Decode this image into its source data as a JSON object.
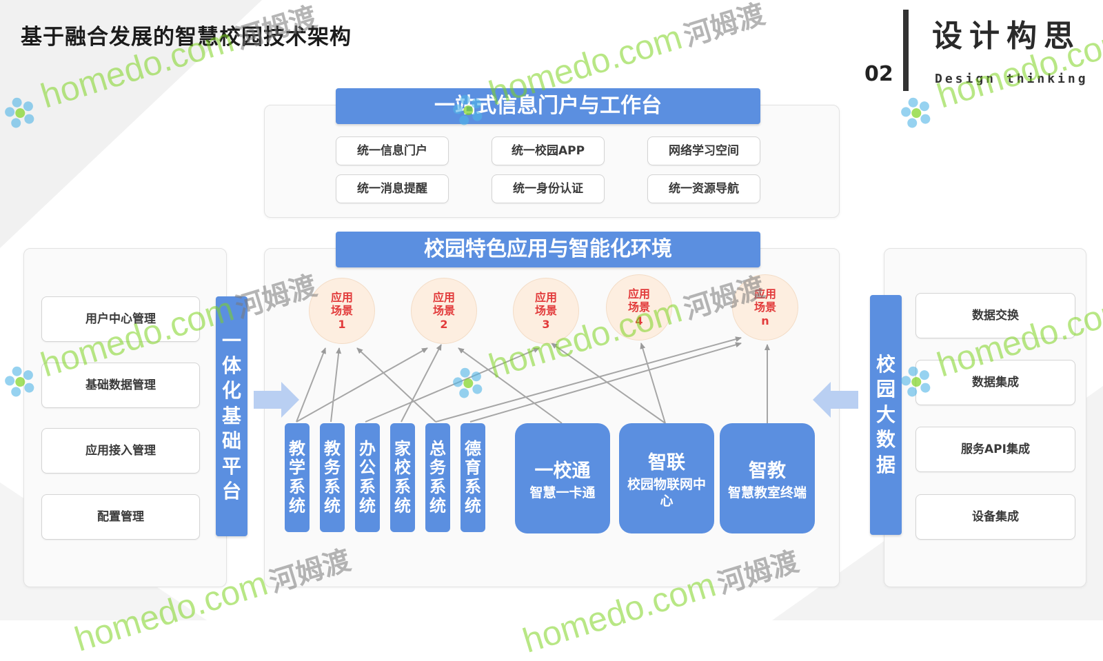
{
  "slide": {
    "title": "基于融合发展的智慧校园技术架构",
    "section_number": "02",
    "section_title": "设计构思",
    "section_subtitle": "Design thinking"
  },
  "portal": {
    "banner": "一站式信息门户与工作台",
    "items": [
      "统一信息门户",
      "统一校园APP",
      "网络学习空间",
      "统一消息提醒",
      "统一身份认证",
      "统一资源导航"
    ]
  },
  "apps": {
    "banner": "校园特色应用与智能化环境",
    "scenes": [
      {
        "line1": "应用",
        "line2": "场景",
        "line3": "1"
      },
      {
        "line1": "应用",
        "line2": "场景",
        "line3": "2"
      },
      {
        "line1": "应用",
        "line2": "场景",
        "line3": "3"
      },
      {
        "line1": "应用",
        "line2": "场景",
        "line3": "4"
      },
      {
        "line1": "应用",
        "line2": "场景",
        "line3": "n"
      }
    ],
    "systems": [
      {
        "chars": [
          "教",
          "学",
          "系",
          "统"
        ]
      },
      {
        "chars": [
          "教",
          "务",
          "系",
          "统"
        ]
      },
      {
        "chars": [
          "办",
          "公",
          "系",
          "统"
        ]
      },
      {
        "chars": [
          "家",
          "校",
          "系",
          "统"
        ]
      },
      {
        "chars": [
          "总",
          "务",
          "系",
          "统"
        ]
      },
      {
        "chars": [
          "德",
          "育",
          "系",
          "统"
        ]
      }
    ],
    "big_boxes": [
      {
        "title": "一校通",
        "subtitle": "智慧一卡通"
      },
      {
        "title": "智联",
        "subtitle": "校园物联网中心"
      },
      {
        "title": "智教",
        "subtitle": "智慧教室终端"
      }
    ]
  },
  "left_platform": {
    "pillar_chars": [
      "一",
      "体",
      "化",
      "基",
      "础",
      "平",
      "台"
    ],
    "items": [
      "用户中心管理",
      "基础数据管理",
      "应用接入管理",
      "配置管理"
    ]
  },
  "right_platform": {
    "pillar_chars": [
      "校",
      "园",
      "大",
      "数",
      "据"
    ],
    "items": [
      "数据交换",
      "数据集成",
      "服务API集成",
      "设备集成"
    ]
  },
  "watermark": {
    "brand": "homedo.com",
    "name": "河姆渡"
  },
  "colors": {
    "accent_blue": "#5b8fe0",
    "scene_fill": "#fdeee0",
    "scene_text": "#e23b3b",
    "watermark_green": "#7ed321"
  }
}
